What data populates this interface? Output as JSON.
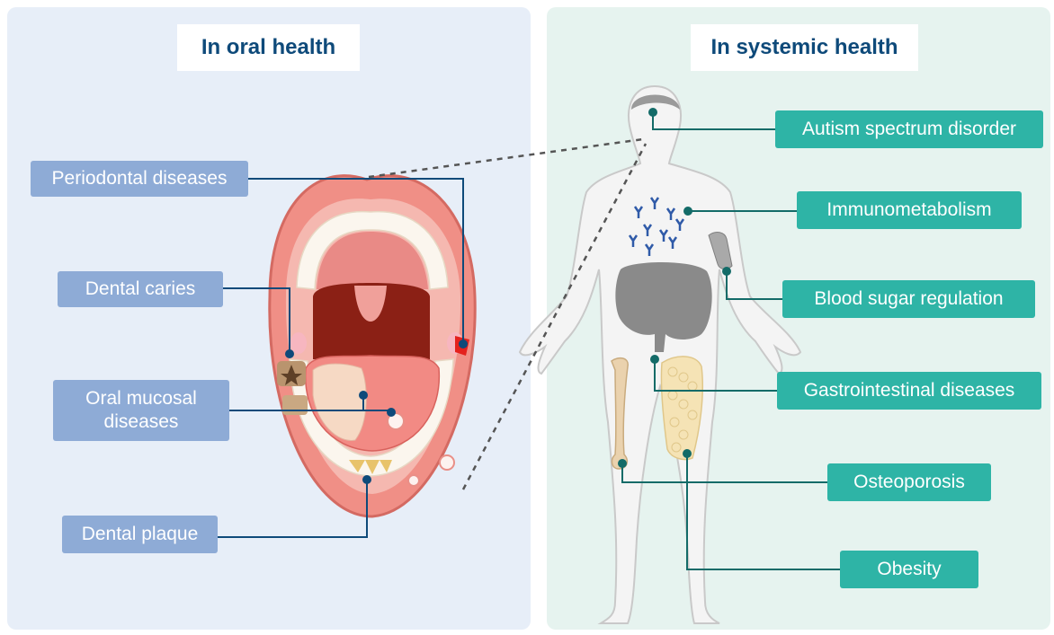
{
  "oral": {
    "title": "In oral health",
    "labels": {
      "periodontal": "Periodontal diseases",
      "caries": "Dental caries",
      "mucosal_line1": "Oral mucosal",
      "mucosal_line2": "diseases",
      "plaque": "Dental plaque"
    }
  },
  "systemic": {
    "title": "In systemic health",
    "labels": {
      "autism": "Autism spectrum disorder",
      "immuno": "Immunometabolism",
      "blood_sugar": "Blood sugar regulation",
      "gastro": "Gastrointestinal diseases",
      "osteo": "Osteoporosis",
      "obesity": "Obesity"
    }
  },
  "colors": {
    "oral_panel": "#e7eef8",
    "systemic_panel": "#e6f3ef",
    "oral_label": "#8eabd6",
    "systemic_label": "#2eb4a6",
    "oral_leader": "#0e4a7a",
    "systemic_leader": "#136b68"
  }
}
